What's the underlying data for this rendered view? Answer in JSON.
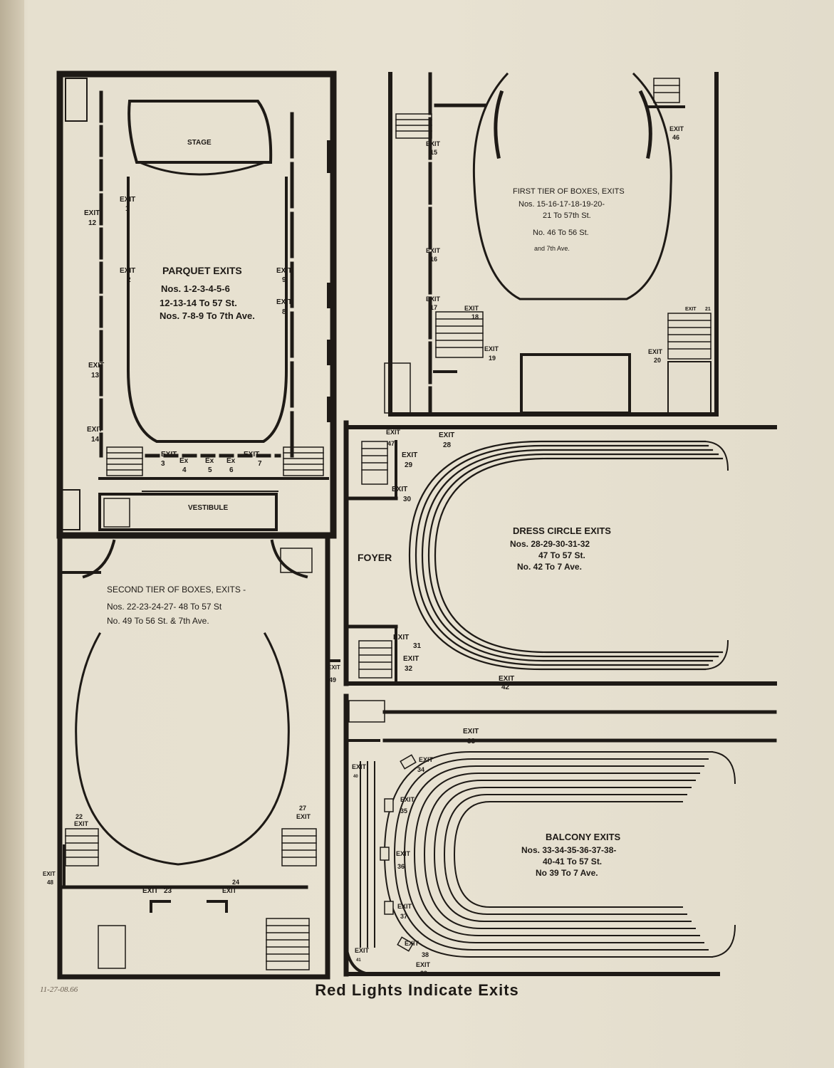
{
  "colors": {
    "paper": "#e6e0cf",
    "ink": "#1e1a16",
    "pencil": "#6b5f52"
  },
  "parquet": {
    "stage": "STAGE",
    "vestibule": "VESTIBULE",
    "title": "PARQUET EXITS",
    "lines": [
      "Nos. 1-2-3-4-5-6",
      "12-13-14 To 57 St.",
      "Nos. 7-8-9 To 7th Ave."
    ],
    "exits": [
      {
        "top": "EXIT",
        "num": "1"
      },
      {
        "top": "EXIT",
        "num": "2"
      },
      {
        "top": "EXIT",
        "num": "3"
      },
      {
        "top": "Ex",
        "num": "4"
      },
      {
        "top": "Ex",
        "num": "5"
      },
      {
        "top": "Ex",
        "num": "6"
      },
      {
        "top": "EXIT",
        "num": "7"
      },
      {
        "top": "EXIT",
        "num": "8"
      },
      {
        "top": "EXIT",
        "num": "9"
      },
      {
        "top": "EXIT",
        "num": "12"
      },
      {
        "top": "EXIT",
        "num": "13"
      },
      {
        "top": "EXIT",
        "num": "14"
      }
    ]
  },
  "first_tier": {
    "title": "FIRST TIER OF BOXES, EXITS",
    "lines": [
      "Nos. 15-16-17-18-19-20-",
      "21 To 57th St.",
      "No. 46 To 56 St.",
      "and 7th Ave."
    ],
    "exits": [
      {
        "top": "EXIT",
        "num": "15"
      },
      {
        "top": "EXIT",
        "num": "16"
      },
      {
        "top": "EXIT",
        "num": "17"
      },
      {
        "top": "EXIT",
        "num": "18"
      },
      {
        "top": "EXIT",
        "num": "19"
      },
      {
        "top": "EXIT",
        "num": "20"
      },
      {
        "top": "EXIT",
        "num": "21"
      },
      {
        "top": "EXIT",
        "num": "46"
      }
    ]
  },
  "dress_circle": {
    "title": "DRESS CIRCLE EXITS",
    "lines": [
      "Nos. 28-29-30-31-32",
      "47 To 57 St.",
      "No. 42 To 7 Ave."
    ],
    "foyer": "FOYER",
    "exits": [
      {
        "top": "EXIT",
        "num": "47"
      },
      {
        "top": "EXIT",
        "num": "28"
      },
      {
        "top": "EXIT",
        "num": "29"
      },
      {
        "top": "EXIT",
        "num": "30"
      },
      {
        "top": "EXIT",
        "num": "31"
      },
      {
        "top": "EXIT",
        "num": "32"
      },
      {
        "top": "EXIT",
        "num": "42"
      }
    ]
  },
  "second_tier": {
    "title": "SECOND TIER OF BOXES, EXITS -",
    "lines": [
      "Nos. 22-23-24-27- 48 To 57 St",
      "No. 49 To 56 St. & 7th Ave."
    ],
    "exits": [
      {
        "top": "EXIT",
        "num": "22"
      },
      {
        "top": "EXIT",
        "num": "27"
      },
      {
        "top": "EXIT",
        "num": "23"
      },
      {
        "top": "EXIT",
        "num": "24"
      },
      {
        "top": "EXIT",
        "num": "48"
      },
      {
        "top": "EXIT",
        "num": "49"
      }
    ]
  },
  "balcony": {
    "title": "BALCONY EXITS",
    "lines": [
      "Nos. 33-34-35-36-37-38-",
      "40-41 To 57 St.",
      "No 39 To 7 Ave."
    ],
    "exits": [
      {
        "top": "EXIT",
        "num": "33"
      },
      {
        "top": "EXIT",
        "num": "34"
      },
      {
        "top": "EXIT",
        "num": "35"
      },
      {
        "top": "EXIT",
        "num": "36"
      },
      {
        "top": "EXIT",
        "num": "37"
      },
      {
        "top": "EXIT",
        "num": "38"
      },
      {
        "top": "EXIT",
        "num": "39"
      },
      {
        "top": "EXIT",
        "num": "40"
      },
      {
        "top": "EXIT",
        "num": "41"
      }
    ]
  },
  "footer": "Red Lights Indicate Exits",
  "pencil_note": "11-27-08.66"
}
